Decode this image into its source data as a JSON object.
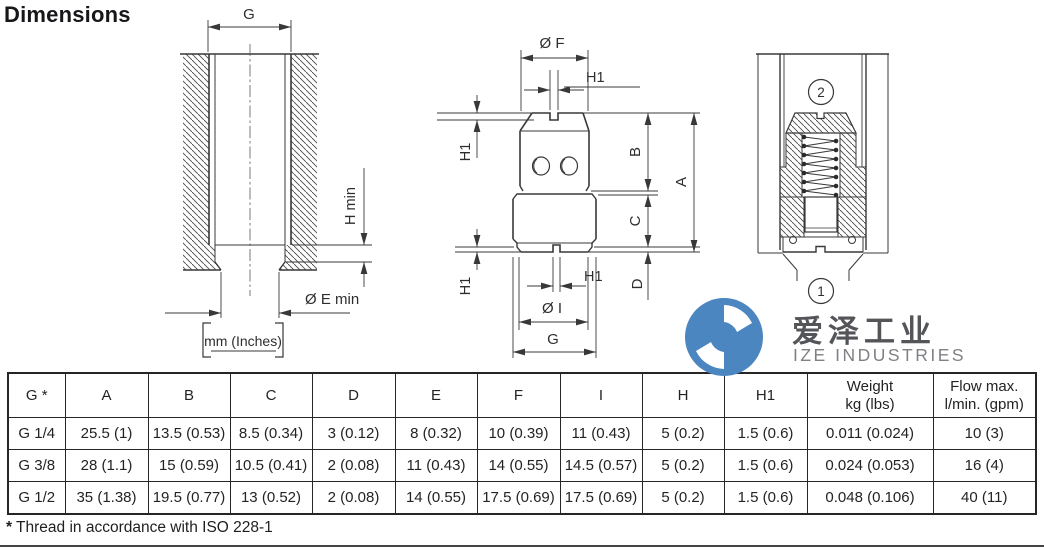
{
  "title": "Dimensions",
  "labels": {
    "cavity": {
      "g": "G",
      "h_min": "H min",
      "e_min": "Ø E min",
      "units": "mm (Inches)"
    },
    "valve": {
      "f": "Ø F",
      "h1": "H1",
      "a": "A",
      "b": "B",
      "c": "C",
      "d": "D",
      "i": "Ø I",
      "g": "G"
    },
    "section": {
      "item1": "1",
      "item2": "2"
    }
  },
  "watermark": {
    "cn": "爱泽工业",
    "en": "IZE INDUSTRIES",
    "color": "#4B86C0"
  },
  "table": {
    "headers": [
      "G *",
      "A",
      "B",
      "C",
      "D",
      "E",
      "F",
      "I",
      "H",
      "H1",
      "Weight\nkg (lbs)",
      "Flow max.\nl/min. (gpm)"
    ],
    "rows": [
      [
        "G 1/4",
        "25.5 (1)",
        "13.5 (0.53)",
        "8.5 (0.34)",
        "3 (0.12)",
        "8 (0.32)",
        "10 (0.39)",
        "11 (0.43)",
        "5 (0.2)",
        "1.5 (0.6)",
        "0.011 (0.024)",
        "10 (3)"
      ],
      [
        "G 3/8",
        "28 (1.1)",
        "15 (0.59)",
        "10.5 (0.41)",
        "2 (0.08)",
        "11 (0.43)",
        "14 (0.55)",
        "14.5 (0.57)",
        "5 (0.2)",
        "1.5 (0.6)",
        "0.024 (0.053)",
        "16 (4)"
      ],
      [
        "G 1/2",
        "35 (1.38)",
        "19.5 (0.77)",
        "13 (0.52)",
        "2 (0.08)",
        "14 (0.55)",
        "17.5 (0.69)",
        "17.5 (0.69)",
        "5 (0.2)",
        "1.5 (0.6)",
        "0.048 (0.106)",
        "40 (11)"
      ]
    ]
  },
  "footnote": {
    "star": "*",
    "text": "Thread in accordance with ISO 228-1"
  }
}
